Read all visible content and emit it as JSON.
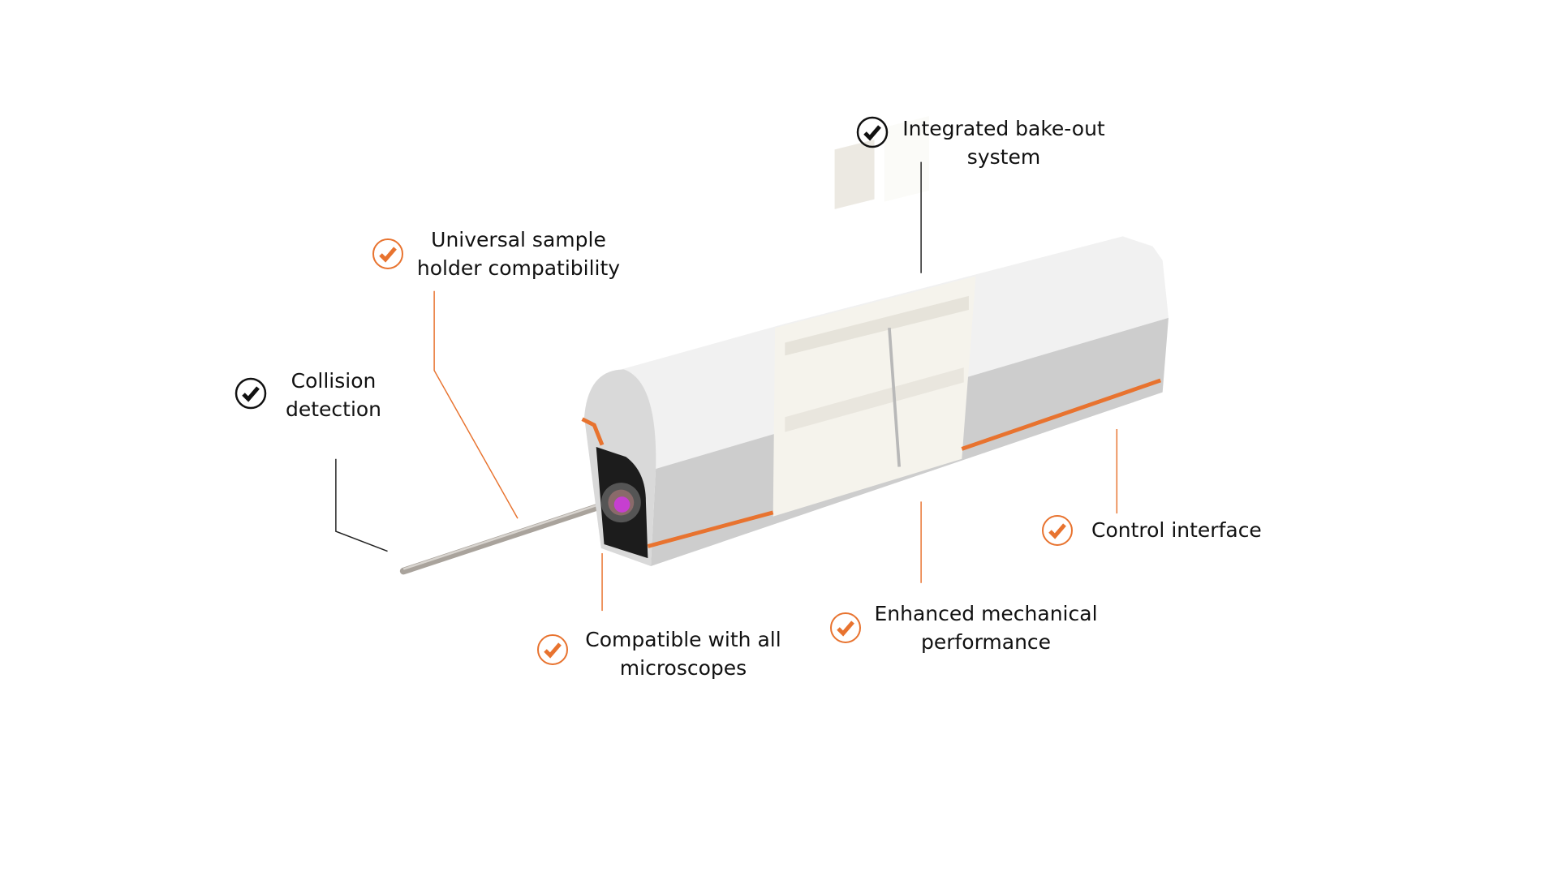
{
  "colors": {
    "accent": "#e8732f",
    "dark": "#111111"
  },
  "features": [
    {
      "id": "bakeout",
      "lines": [
        "Integrated bake-out",
        "system"
      ],
      "icon": "check-circle-icon",
      "color": "dark"
    },
    {
      "id": "universal",
      "lines": [
        "Universal sample",
        "holder compatibility"
      ],
      "icon": "check-circle-icon",
      "color": "accent"
    },
    {
      "id": "collision",
      "lines": [
        "Collision",
        "detection"
      ],
      "icon": "check-circle-icon",
      "color": "dark"
    },
    {
      "id": "microscopes",
      "lines": [
        "Compatible with all",
        "microscopes"
      ],
      "icon": "check-circle-icon",
      "color": "accent"
    },
    {
      "id": "mechanical",
      "lines": [
        "Enhanced mechanical",
        "performance"
      ],
      "icon": "check-circle-icon",
      "color": "accent"
    },
    {
      "id": "control",
      "lines": [
        "Control interface"
      ],
      "icon": "check-circle-icon",
      "color": "accent"
    }
  ]
}
